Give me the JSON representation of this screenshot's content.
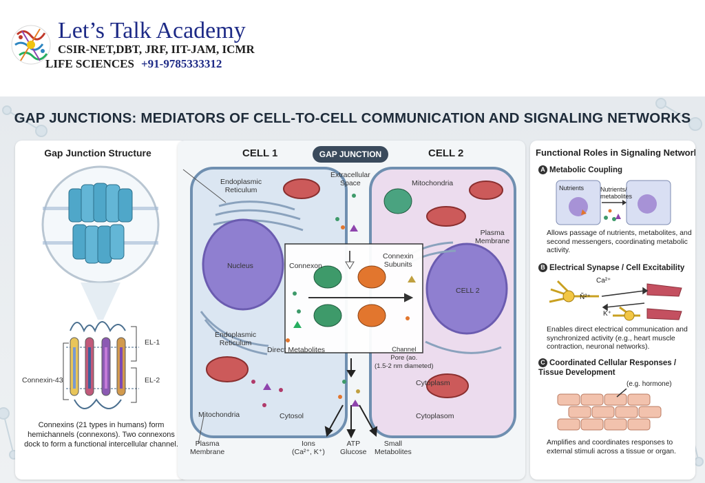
{
  "header": {
    "brand_title": "Let’s Talk Academy",
    "brand_sub": "CSIR-NET,DBT, JRF, IIT-JAM, ICMR",
    "brand_sub2": "LIFE SCIENCES",
    "phone": "+91-9785333312"
  },
  "poster": {
    "title": "GAP JUNCTIONS: MEDIATORS OF CELL-TO-CELL COMMUNICATION AND SIGNALING NETWORKS"
  },
  "left_panel": {
    "title": "Gap Junction Structure",
    "el1": "EL-1",
    "el2": "EL-2",
    "connexin": "Connexin-43",
    "caption": "Connexins (21 types in humans) form hemichannels (connexons). Two connexons dock to form a functional intercellular channel."
  },
  "middle_panel": {
    "cell1": "CELL 1",
    "cell2": "CELL 2",
    "gap_junction": "GAP JUNCTION",
    "er_top": "Endoplasmic\nReticulum",
    "extracellular": "Extracellular\nSpace",
    "mito_top": "Mitochondria",
    "plasma_right": "Plasma\nMembrane",
    "nucleus": "Nucleus",
    "connexon": "Connexon",
    "connexin_subunits": "Connexin\nSubunits",
    "cell2_nucleus": "CELL 2",
    "er_bottom": "Endoplasmic\nReticulum",
    "direct_metabolites": "Direct Metabolites",
    "channel_pore": "Channel\nPore (ao.\n(1.5-2 nm diameted)",
    "cytoplasm_right": "Cytoplasm",
    "mito_bottom": "Mitochondria",
    "cytosol": "Cytosol",
    "cytoplasom": "Cytoplasom",
    "plasma_left": "Plasma\nMembrane",
    "ions": "Ions\n(Ca²⁺, K⁺)",
    "atp": "ATP\nGlucose",
    "small_metabolites": "Small\nMetabolites"
  },
  "right_panel": {
    "title": "Functional Roles in Signaling Networks",
    "a_badge": "A",
    "a_title": "Metabolic Coupling",
    "a_nutrients": "Nutrients",
    "a_nutrients_metabolites": "Nutrients/\nmetabolites",
    "a_text": "Allows passage of nutrients, metabolites, and second messengers, coordinating metabolic activity.",
    "b_badge": "B",
    "b_title": "Electrical Synapse / Cell Excitability",
    "b_ca": "Ca²⁺",
    "b_na": "Ñ²⁺",
    "b_k": "K⁺",
    "b_text": "Enables direct electrical communication and synchronized activity (e.g., heart muscle contraction, neuronal networks).",
    "c_badge": "C",
    "c_title": "Coordinated Cellular Responses /\nTissue Development",
    "c_hormone": "(e.g. hormone)",
    "c_text": "Amplifies and coordinates responses to external stimuli across a tissue or organ."
  },
  "colors": {
    "brand_blue": "#1d2a86",
    "cell1_fill": "#dbe6f2",
    "cell2_fill": "#ecdcee",
    "nucleus": "#8f7fd0",
    "mito": "#cc5a5a",
    "connexon_green": "#3e9a6a",
    "connexon_orange": "#e2762e",
    "channel_teal": "#5fa7c1"
  }
}
